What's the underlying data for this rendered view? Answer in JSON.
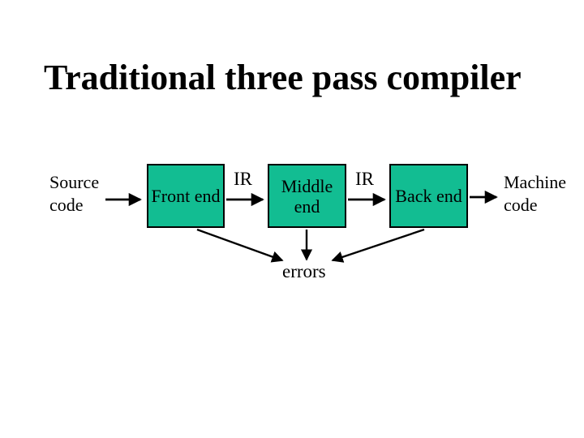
{
  "title": "Traditional three pass compiler",
  "colors": {
    "background": "#ffffff",
    "box_fill": "#12bd92",
    "box_border": "#000000",
    "text": "#000000"
  },
  "diagram": {
    "source": {
      "lines": [
        "Source",
        "code"
      ]
    },
    "machine": {
      "lines": [
        "Machine",
        "code"
      ]
    },
    "stages": [
      {
        "id": "front-end",
        "lines": [
          "Front end"
        ]
      },
      {
        "id": "middle-end",
        "lines": [
          "Middle",
          "end"
        ]
      },
      {
        "id": "back-end",
        "lines": [
          "Back end"
        ]
      }
    ],
    "ir_labels": [
      "IR",
      "IR"
    ],
    "errors_label": "errors"
  }
}
